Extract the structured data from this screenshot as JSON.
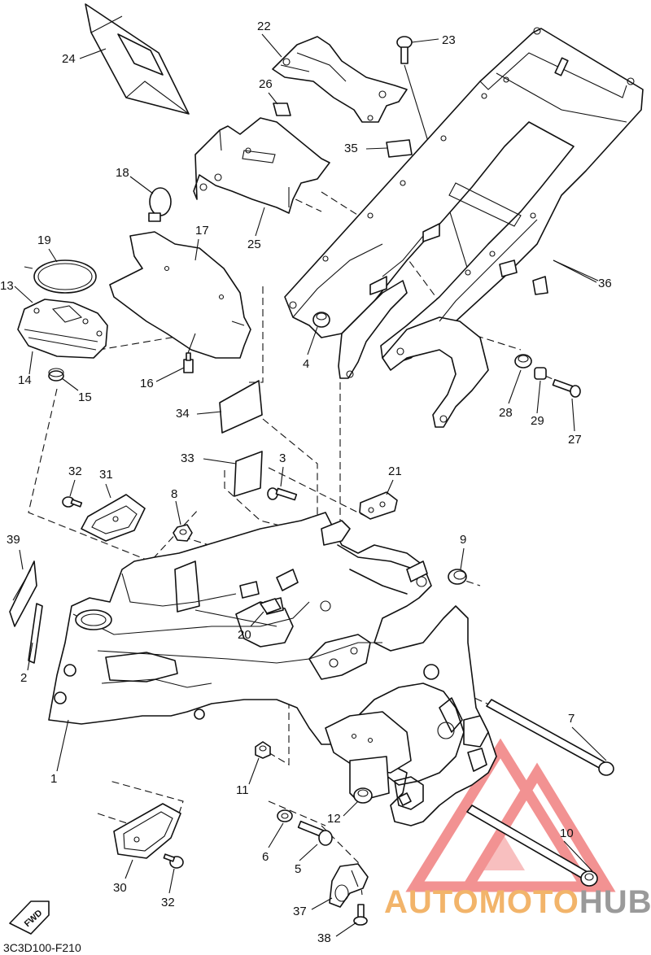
{
  "diagram_code": "3C3D100-F210",
  "fwd_label": "FWD",
  "watermark": {
    "text_a": "AUTOMOTO",
    "text_b": "HUB",
    "color_a": "#f2b46a",
    "color_b": "#9a9a9a",
    "logo_color": "#f08080"
  },
  "callouts": [
    "1",
    "2",
    "3",
    "4",
    "5",
    "6",
    "7",
    "8",
    "9",
    "10",
    "11",
    "12",
    "13",
    "14",
    "15",
    "16",
    "17",
    "18",
    "19",
    "20",
    "21",
    "22",
    "23",
    "24",
    "25",
    "26",
    "27",
    "28",
    "29",
    "30",
    "31",
    "32",
    "32",
    "33",
    "34",
    "35",
    "36",
    "37",
    "38",
    "39"
  ]
}
